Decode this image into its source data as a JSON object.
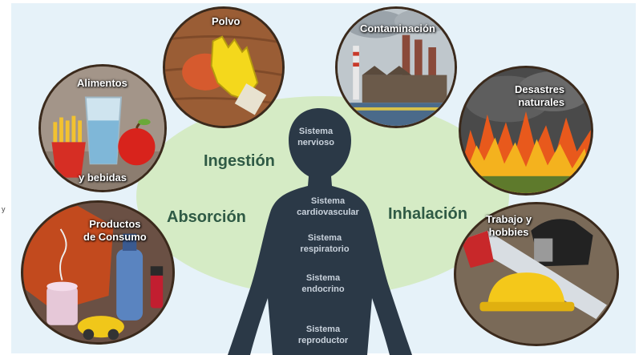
{
  "routes": {
    "ingestion": "Ingestión",
    "absorption": "Absorción",
    "inhalation": "Inhalación"
  },
  "systems": {
    "nervous": [
      "Sistema",
      "nervioso"
    ],
    "cardio": [
      "Sistema",
      "cardiovascular"
    ],
    "respiratory": [
      "Sistema",
      "respiratorio"
    ],
    "endocrine": [
      "Sistema",
      "endocrino"
    ],
    "reproductive": [
      "Sistema",
      "reproductor"
    ]
  },
  "sources": {
    "dust": "Polvo",
    "pollution": "Contaminación",
    "food": [
      "Alimentos",
      "y bebidas"
    ],
    "disasters": [
      "Desastres",
      "naturales"
    ],
    "products": [
      "Productos",
      "de Consumo"
    ],
    "work": [
      "Trabajo y",
      "hobbies"
    ]
  },
  "edge_mark": "y",
  "colors": {
    "background": "#e6f2f9",
    "oval": "#d5ebc5",
    "silhouette": "#2b3947",
    "route_text": "#2f5a45",
    "system_text": "#c9d2dc"
  }
}
